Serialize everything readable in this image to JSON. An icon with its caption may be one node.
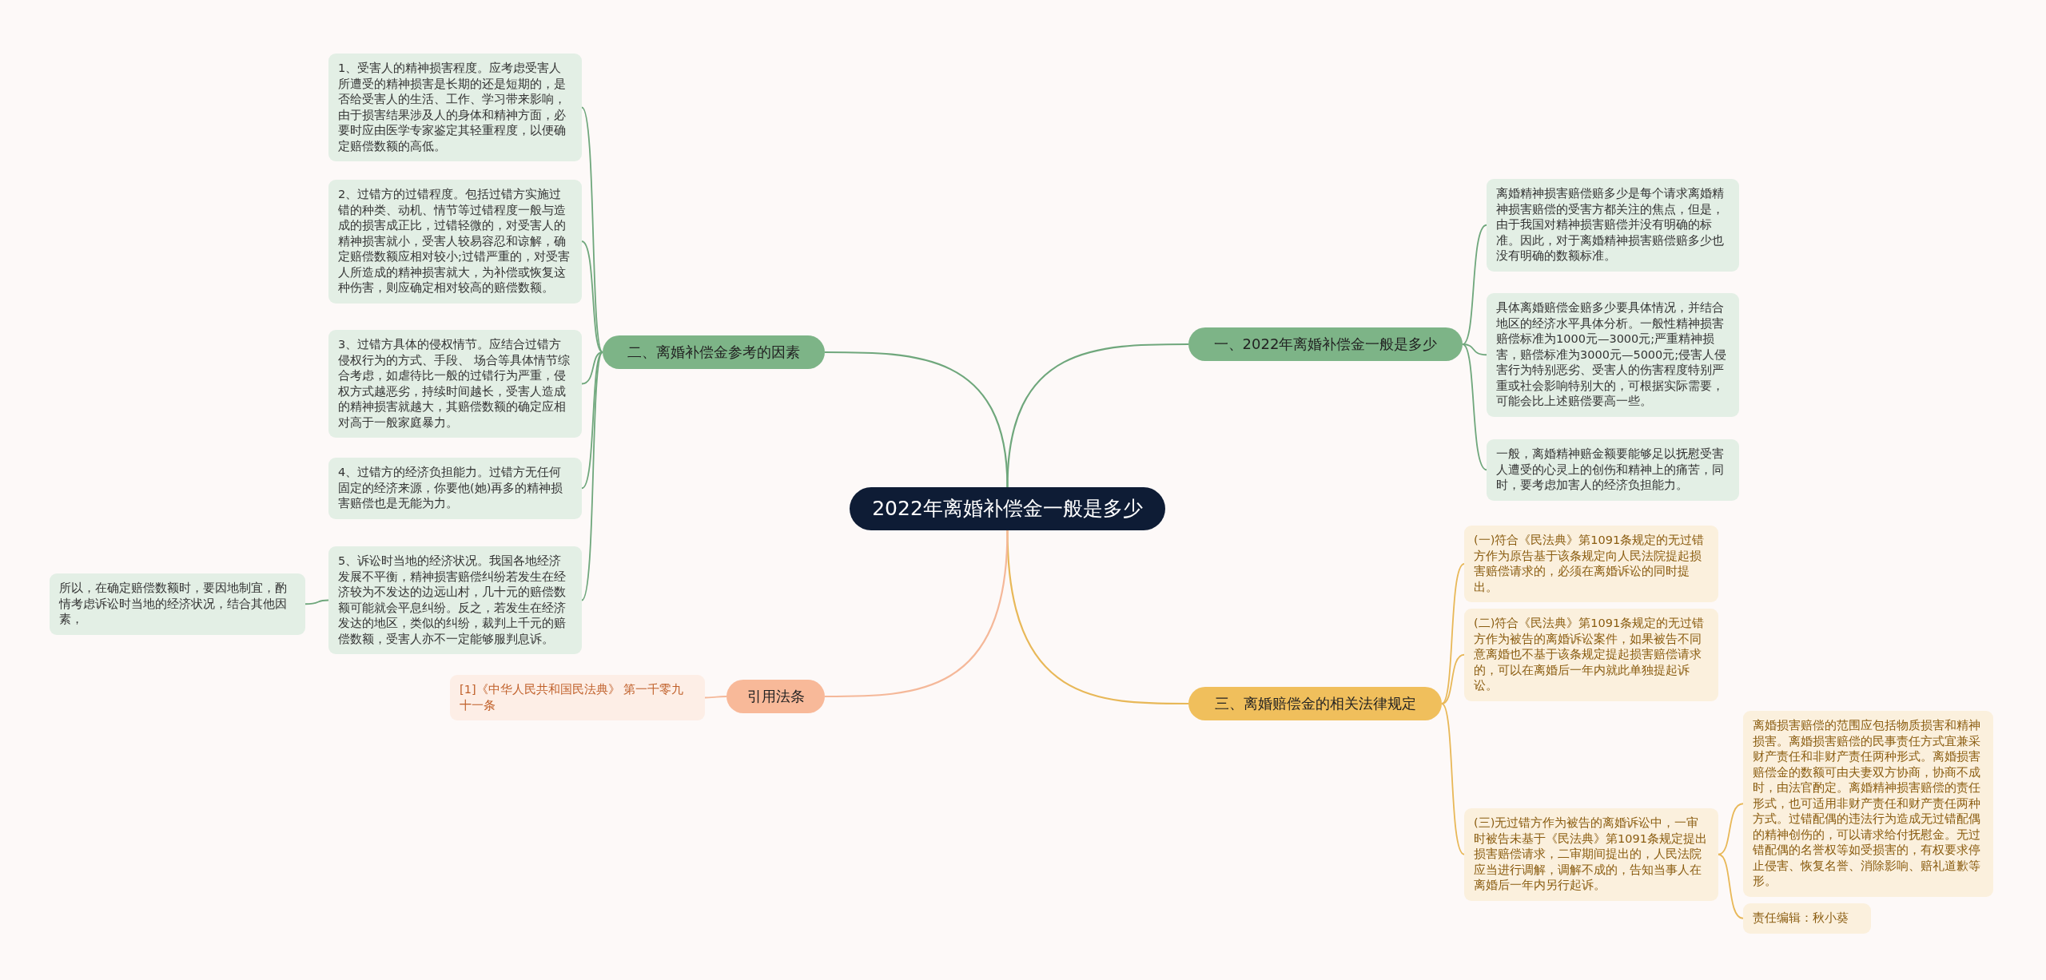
{
  "diagram": {
    "nodes": [
      {
        "text": [
          "2022年离婚补偿金一般是多少"
        ]
      },
      {
        "text": [
          "一、2022年离婚补偿金一般是多少"
        ]
      },
      {
        "text": [
          "离婚精神损害赔偿赔多少是每个请求离婚精神损害赔偿的受害方都关注的焦点，但是，由于我国对精神损害赔偿并没有明确的标准。因此，对于离婚精神损害赔偿赔多少也没有明确的数额标准。"
        ]
      },
      {
        "text": [
          "具体离婚赔偿金赔多少要具体情况，并结合地区的经济水平具体分析。一般性精神损害赔偿标准为1000元—3000元;严重精神损害，赔偿标准为3000元—5000元;侵害人侵害行为特别恶劣、受害人的伤害程度特别严重或社会影响特别大的，可根据实际需要，可能会比上述赔偿要高一些。"
        ]
      },
      {
        "text": [
          "一般，离婚精神赔金额要能够足以抚慰受害人遭受的心灵上的创伤和精神上的痛苦，同时，要考虑加害人的经济负担能力。"
        ]
      },
      {
        "text": [
          "二、离婚补偿金参考的因素"
        ]
      },
      {
        "text": [
          "1、受害人的精神损害程度。应考虑受害人所遭受的精神损害是长期的还是短期的，是否给受害人的生活、工作、学习带来影响，由于损害结果涉及人的身体和精神方面，必要时应由医学专家鉴定其轻重程度，以便确定赔偿数额的高低。"
        ]
      },
      {
        "text": [
          "2、过错方的过错程度。包括过错方实施过错的种类、动机、情节等过错程度一般与造成的损害成正比，过错轻微的，对受害人的精神损害就小，受害人较易容忍和谅解，确定赔偿数额应相对较小;过错严重的，对受害人所造成的精神损害就大，为补偿或恢复这种伤害，则应确定相对较高的赔偿数额。"
        ]
      },
      {
        "text": [
          "3、过错方具体的侵权情节。应结合过错方侵权行为的方式、手段、 场合等具体情节综合考虑，如虐待比一般的过错行为严重，侵权方式越恶劣，持续时间越长，受害人造成的精神损害就越大，其赔偿数额的确定应相对高于一般家庭暴力。"
        ]
      },
      {
        "text": [
          "4、过错方的经济负担能力。过错方无任何固定的经济来源，你要他(她)再多的精神损害赔偿也是无能为力。"
        ]
      },
      {
        "text": [
          "5、诉讼时当地的经济状况。我国各地经济发展不平衡，精神损害赔偿纠纷若发生在经济较为不发达的边远山村，几十元的赔偿数额可能就会平息纠纷。反之，若发生在经济发达的地区，类似的纠纷，裁判上千元的赔偿数额，受害人亦不一定能够服判息诉。"
        ]
      },
      {
        "text": [
          "所以，在确定赔偿数额时，要因地制宜，酌情考虑诉讼时当地的经济状况，结合其他因素，"
        ]
      },
      {
        "text": [
          "三、离婚赔偿金的相关法律规定"
        ]
      },
      {
        "text": [
          "(一)符合《民法典》第1091条规定的无过错方作为原告基于该条规定向人民法院提起损害赔偿请求的，必须在离婚诉讼的同时提出。"
        ]
      },
      {
        "text": [
          "(二)符合《民法典》第1091条规定的无过错方作为被告的离婚诉讼案件，如果被告不同意离婚也不基于该条规定提起损害赔偿请求的，可以在离婚后一年内就此单独提起诉讼。"
        ]
      },
      {
        "text": [
          "(三)无过错方作为被告的离婚诉讼中，一审时被告未基于《民法典》第1091条规定提出损害赔偿请求，二审期间提出的，人民法院应当进行调解，调解不成的，告知当事人在离婚后一年内另行起诉。"
        ]
      },
      {
        "text": [
          "离婚损害赔偿的范围应包括物质损害和精神损害。离婚损害赔偿的民事责任方式宜兼采财产责任和非财产责任两种形式。离婚损害赔偿金的数额可由夫妻双方协商，协商不成时，由法官酌定。离婚精神损害赔偿的责任形式，也可适用非财产责任和财产责任两种方式。过错配偶的违法行为造成无过错配偶的精神创伤的，可以请求给付抚慰金。无过错配偶的名誉权等如受损害的，有权要求停止侵害、恢复名誉、消除影响、赔礼道歉等形。"
        ]
      },
      {
        "text": [
          "责任编辑：秋小葵"
        ]
      },
      {
        "text": [
          "引用法条"
        ]
      },
      {
        "text": [
          "[1]《中华人民共和国民法典》 第一千零九十一条"
        ]
      }
    ],
    "edges": [
      {
        "from": 0,
        "to": 1,
        "arrow": "none"
      },
      {
        "from": 1,
        "to": 2,
        "arrow": "none"
      },
      {
        "from": 1,
        "to": 3,
        "arrow": "none"
      },
      {
        "from": 1,
        "to": 4,
        "arrow": "none"
      },
      {
        "from": 0,
        "to": 5,
        "arrow": "none"
      },
      {
        "from": 5,
        "to": 6,
        "arrow": "none"
      },
      {
        "from": 5,
        "to": 7,
        "arrow": "none"
      },
      {
        "from": 5,
        "to": 8,
        "arrow": "none"
      },
      {
        "from": 5,
        "to": 9,
        "arrow": "none"
      },
      {
        "from": 5,
        "to": 10,
        "arrow": "none"
      },
      {
        "from": 10,
        "to": 11,
        "arrow": "none"
      },
      {
        "from": 0,
        "to": 12,
        "arrow": "none",
        "color": "#e8b858"
      },
      {
        "from": 12,
        "to": 13,
        "arrow": "none",
        "color": "#e8b858"
      },
      {
        "from": 12,
        "to": 14,
        "arrow": "none",
        "color": "#e8b858"
      },
      {
        "from": 12,
        "to": 15,
        "arrow": "none",
        "color": "#e8b858"
      },
      {
        "from": 15,
        "to": 16,
        "arrow": "none",
        "color": "#e8b858"
      },
      {
        "from": 15,
        "to": 17,
        "arrow": "none",
        "color": "#e8b858"
      },
      {
        "from": 0,
        "to": 18,
        "arrow": "none",
        "color": "#f5b899"
      },
      {
        "from": 18,
        "to": 19,
        "arrow": "none",
        "color": "#f5b899"
      }
    ]
  }
}
